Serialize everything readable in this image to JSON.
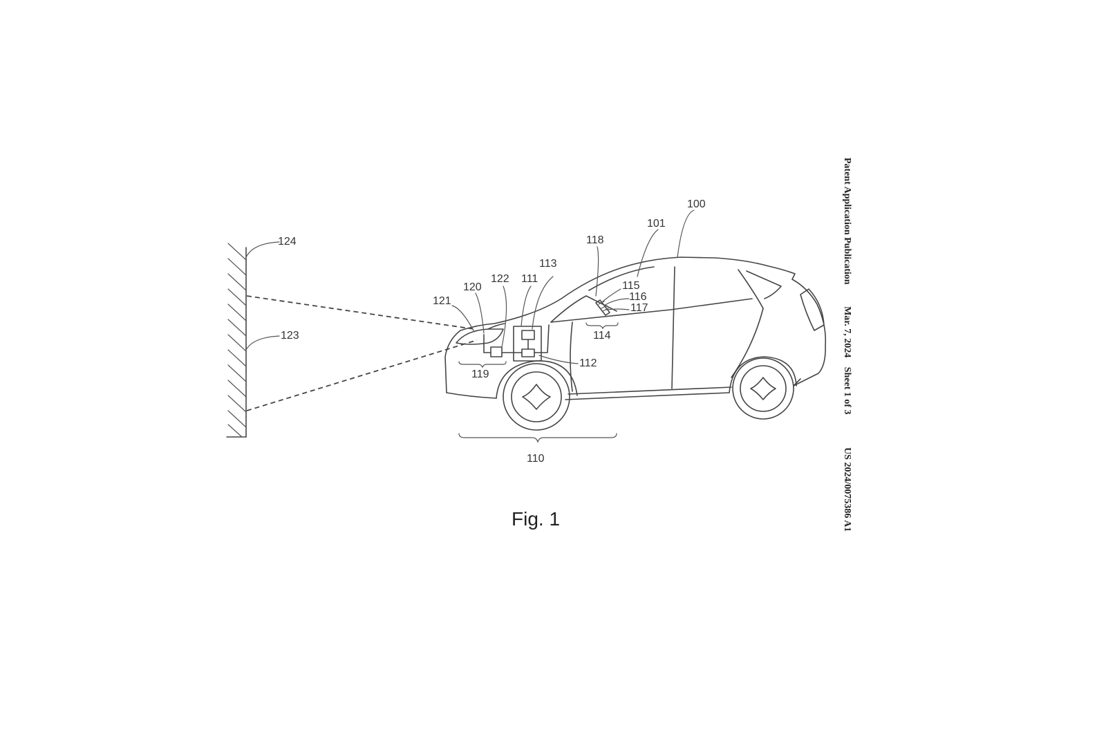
{
  "header": {
    "publication": "Patent Application Publication",
    "date": "Mar. 7, 2024",
    "sheet": "Sheet 1 of 3",
    "number": "US 2024/0075386 A1"
  },
  "figure": {
    "caption": "Fig. 1"
  },
  "labels": {
    "r100": "100",
    "r101": "101",
    "r110": "110",
    "r111": "111",
    "r112": "112",
    "r113": "113",
    "r114": "114",
    "r115": "115",
    "r116": "116",
    "r117": "117",
    "r118": "118",
    "r119": "119",
    "r120": "120",
    "r121": "121",
    "r122": "122",
    "r123": "123",
    "r124": "124"
  }
}
